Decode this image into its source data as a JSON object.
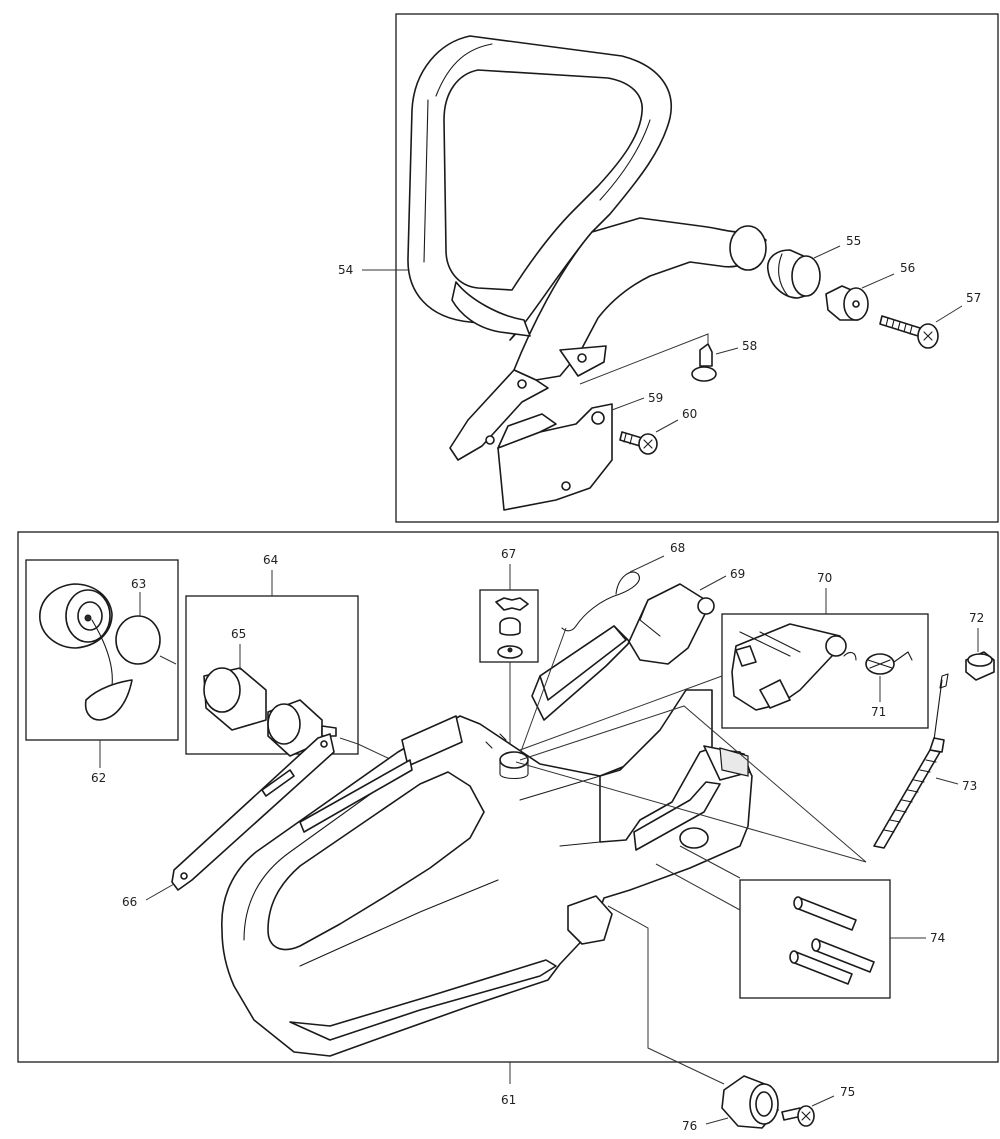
{
  "callouts": {
    "c54": "54",
    "c55": "55",
    "c56": "56",
    "c57": "57",
    "c58": "58",
    "c59": "59",
    "c60": "60",
    "c61": "61",
    "c62": "62",
    "c63": "63",
    "c64": "64",
    "c65": "65",
    "c66": "66",
    "c67": "67",
    "c68": "68",
    "c69": "69",
    "c70": "70",
    "c71": "71",
    "c72": "72",
    "c73": "73",
    "c74": "74",
    "c75": "75",
    "c76": "76"
  },
  "colors": {
    "line": "#1a1a1a",
    "background": "#ffffff",
    "shade": "#e9e9e9"
  }
}
